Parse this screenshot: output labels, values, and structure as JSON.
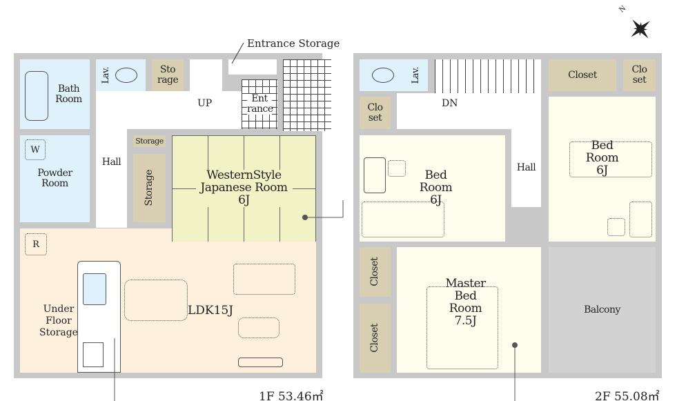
{
  "floor1": {
    "area_label": "1F 53.46㎡",
    "rooms": {
      "bath": "Bath Room",
      "powder": "Powder Room",
      "washer": "W",
      "lav": "Lav.",
      "storage_top": "Sto rage",
      "up": "UP",
      "entrance": "Ent rance",
      "entrance_storage": "Entrance Storage",
      "hall": "Hall",
      "storage_small": "Storage",
      "storage_vertical": "Storage",
      "japanese": "WesternStyle Japanese Room 6J",
      "ldk": "LDK15J",
      "under_floor": "Under Floor Storage",
      "refrigerator": "R"
    }
  },
  "floor2": {
    "area_label": "2F 55.08㎡",
    "rooms": {
      "lav": "Lav.",
      "closet_small": "Clo set",
      "dn": "DN",
      "hall": "Hall",
      "bed_left": "Bed Room 6J",
      "closet_top": "Closet",
      "closet_top_small": "Clo set",
      "bed_right": "Bed Room 6J",
      "closet_v1": "Closet",
      "closet_v2": "Closet",
      "master": "Master Bed Room 7.5J",
      "balcony": "Balcony"
    }
  },
  "compass": {
    "north": "N"
  }
}
